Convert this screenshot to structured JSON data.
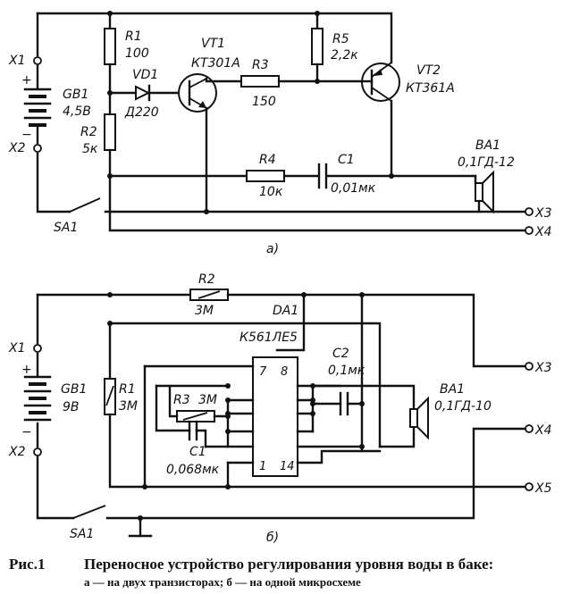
{
  "caption": {
    "figure_number": "Рис.1",
    "title": "Переносное устройство регулирования уровня воды в баке:",
    "subtitle": "а — на двух транзисторах; б — на одной микросхеме"
  },
  "circuit_a": {
    "sublabel": "а)",
    "terminals": [
      "X1",
      "X2",
      "X3",
      "X4"
    ],
    "battery": {
      "ref": "GB1",
      "value": "4,5В"
    },
    "switch": "SA1",
    "r1": {
      "ref": "R1",
      "value": "100"
    },
    "r2": {
      "ref": "R2",
      "value": "5к"
    },
    "r3": {
      "ref": "R3",
      "value": "150"
    },
    "r4": {
      "ref": "R4",
      "value": "10к"
    },
    "r5": {
      "ref": "R5",
      "value": "2,2к"
    },
    "diode": {
      "ref": "VD1",
      "value": "Д220"
    },
    "vt1": {
      "ref": "VT1",
      "value": "КТ301А"
    },
    "vt2": {
      "ref": "VT2",
      "value": "КТ361А"
    },
    "c1": {
      "ref": "C1",
      "value": "0,01мк"
    },
    "speaker": {
      "ref": "BA1",
      "value": "0,1ГД-12"
    }
  },
  "circuit_b": {
    "sublabel": "б)",
    "terminals": [
      "X1",
      "X2",
      "X3",
      "X4",
      "X5"
    ],
    "battery": {
      "ref": "GB1",
      "value": "9В"
    },
    "switch": "SA1",
    "r1": {
      "ref": "R1",
      "value": "3М"
    },
    "r2": {
      "ref": "R2",
      "value": "3М"
    },
    "r3": {
      "ref": "R3",
      "value": "3М"
    },
    "c1": {
      "ref": "C1",
      "value": "0,068мк"
    },
    "c2": {
      "ref": "C2",
      "value": "0,1мк"
    },
    "ic": {
      "ref": "DA1",
      "value": "К561ЛЕ5",
      "pins": [
        "7",
        "8",
        "1",
        "14"
      ]
    },
    "speaker": {
      "ref": "BA1",
      "value": "0,1ГД-10"
    }
  }
}
